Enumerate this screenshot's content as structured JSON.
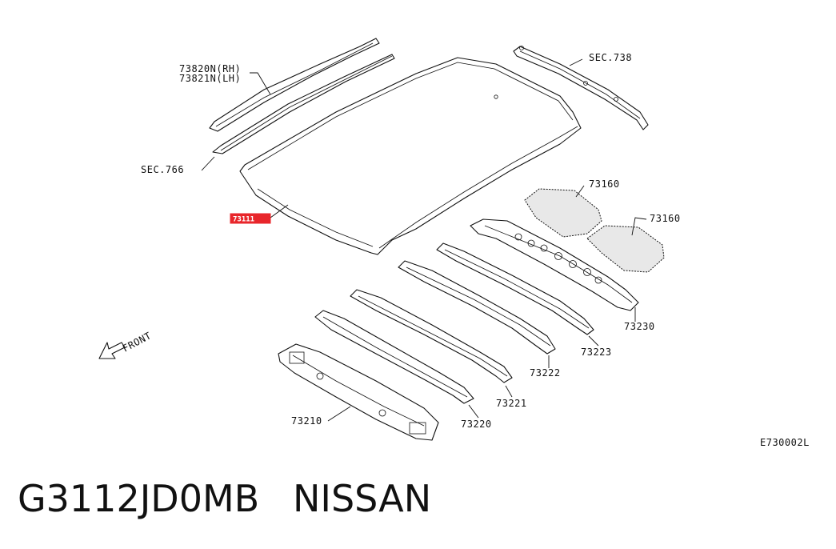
{
  "labels": {
    "roof_rail_rh": "73820N(RH)",
    "roof_rail_lh": "73821N(LH)",
    "sec_738": "SEC.738",
    "sec_766": "SEC.766",
    "roof_panel": "73111",
    "pad_upper": "73160",
    "pad_lower": "73160",
    "bow_rear": "73230",
    "bow_4": "73223",
    "bow_3": "73222",
    "bow_2": "73221",
    "bow_1": "73220",
    "front_rail": "73210",
    "front": "FRONT",
    "figure_code": "E730002L"
  },
  "footer": {
    "part_number": "G3112JD0MB",
    "brand": "NISSAN"
  },
  "colors": {
    "highlight": "#e8262b",
    "line": "#111111"
  }
}
